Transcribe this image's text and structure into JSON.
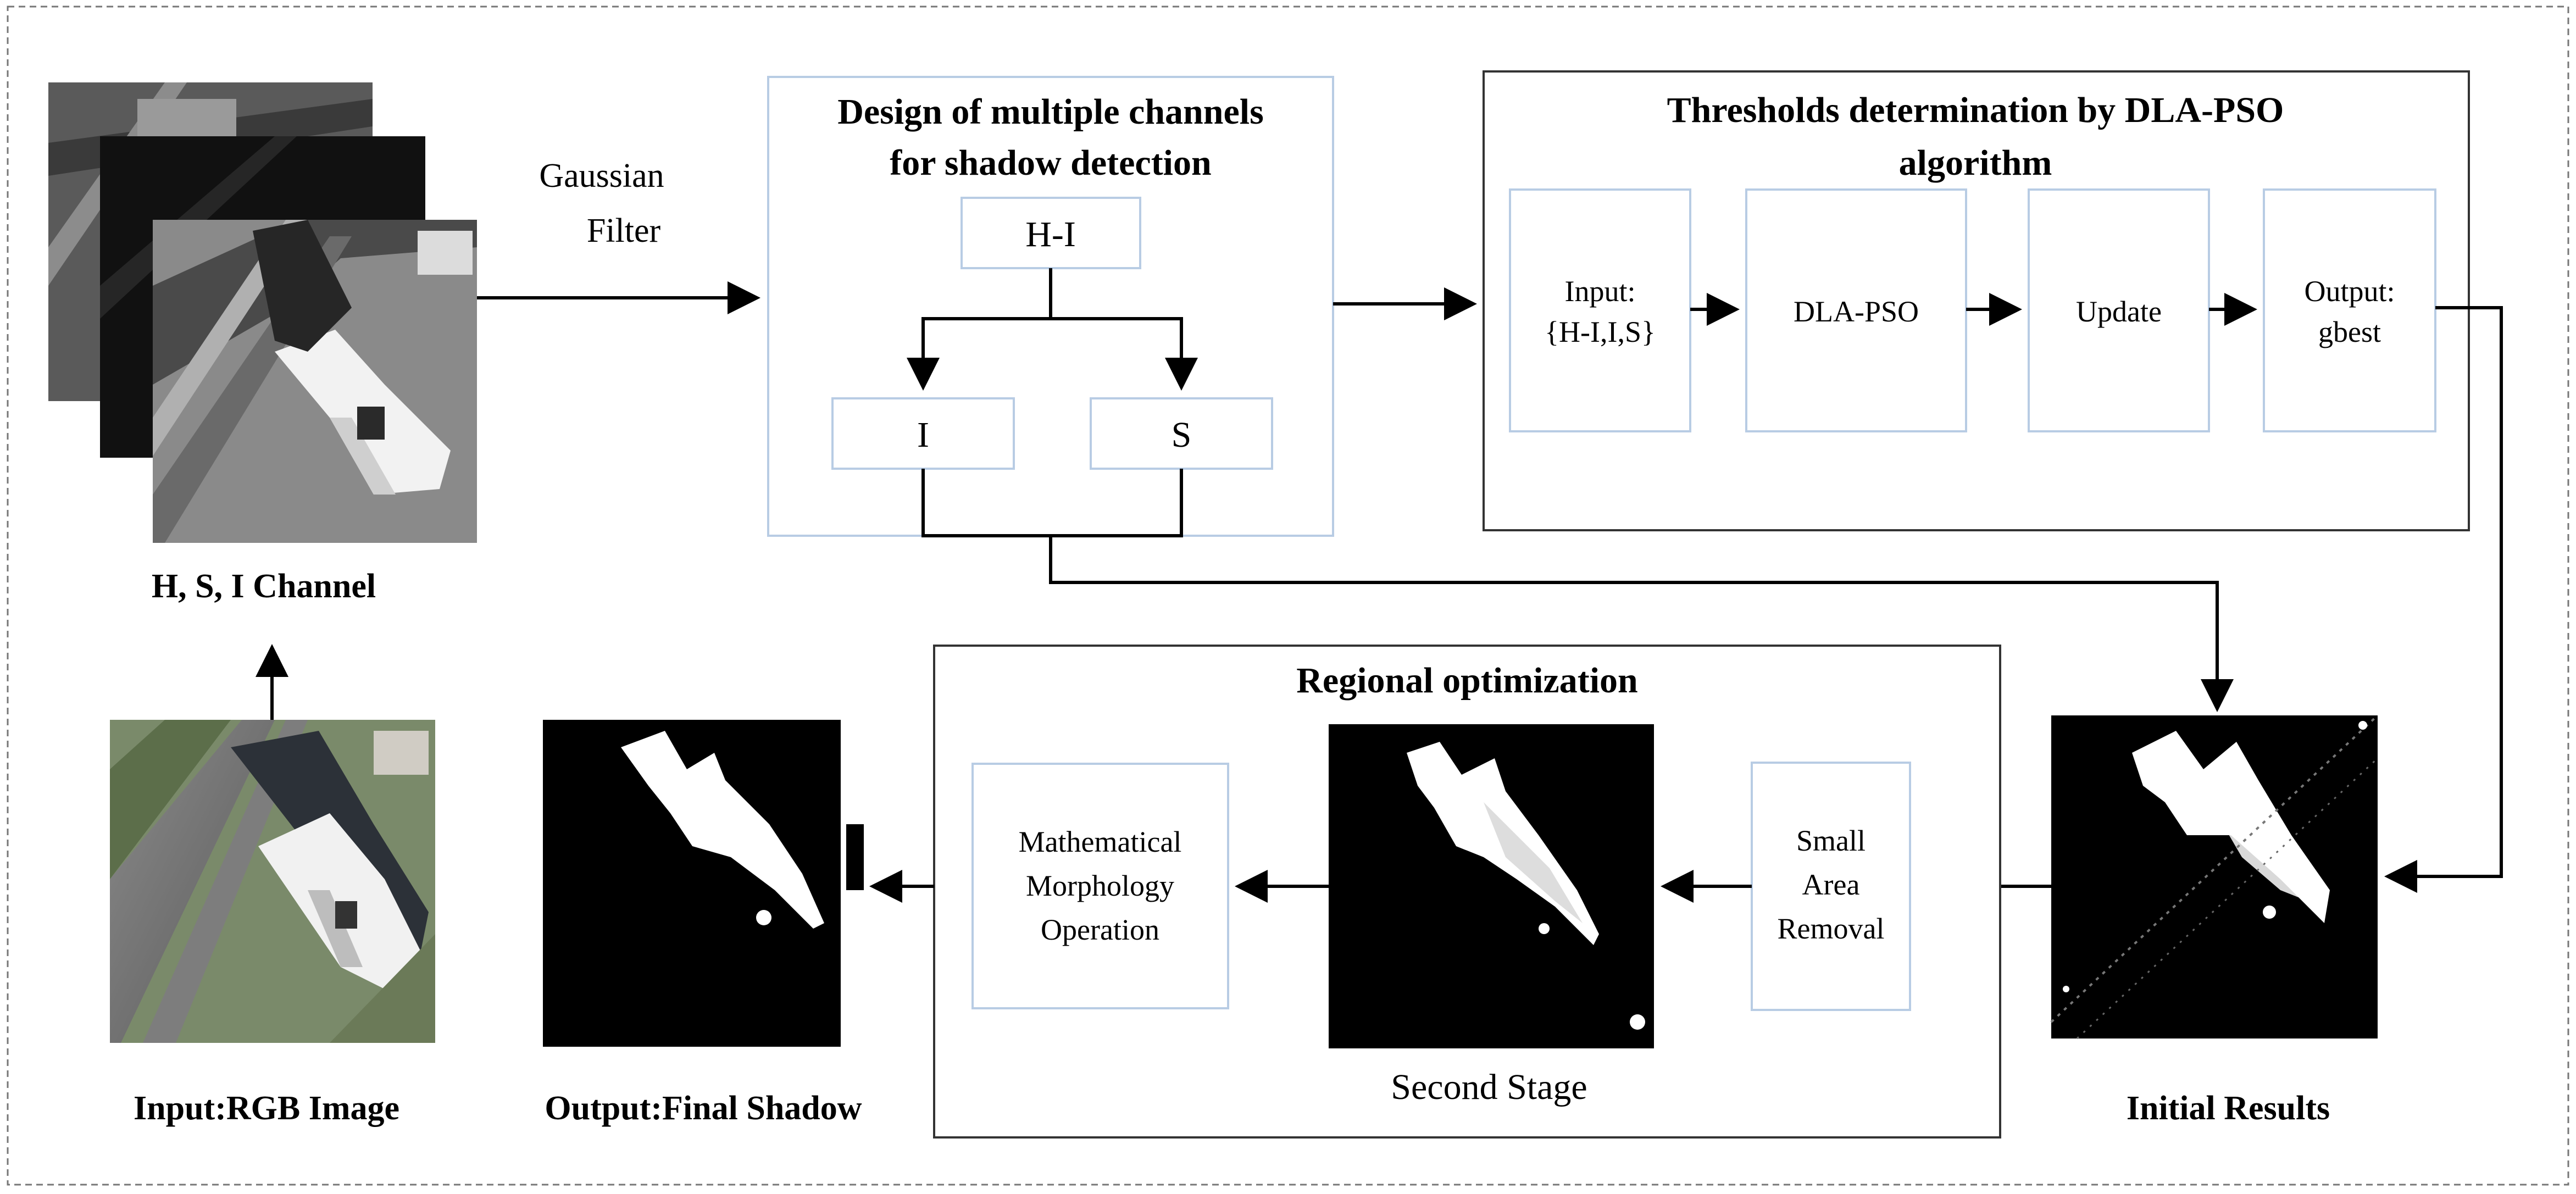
{
  "labels": {
    "hsi_channel": "H, S, I Channel",
    "gaussian_line1": "Gaussian",
    "gaussian_line2": "Filter",
    "design_title_line1": "Design of multiple channels",
    "design_title_line2": "for shadow detection",
    "hi": "H-I",
    "i": "I",
    "s": "S",
    "thresholds_title_line1": "Thresholds determination by  DLA-PSO",
    "thresholds_title_line2": "algorithm",
    "input_line1": "Input:",
    "input_line2": "{H-I,I,S}",
    "dlapso": "DLA-PSO",
    "update": "Update",
    "output_line1": "Output:",
    "output_line2": "gbest",
    "regional_title": "Regional optimization",
    "morph_line1": "Mathematical",
    "morph_line2": "Morphology",
    "morph_line3": "Operation",
    "small_line1": "Small",
    "small_line2": "Area",
    "small_line3": "Removal",
    "second_stage": "Second Stage",
    "input_rgb": "Input:RGB Image",
    "output_final": "Output:Final Shadow",
    "initial_results": "Initial Results"
  },
  "colors": {
    "box_border": "#b8cce4",
    "panel_border": "#333333",
    "page_border": "#777777"
  }
}
